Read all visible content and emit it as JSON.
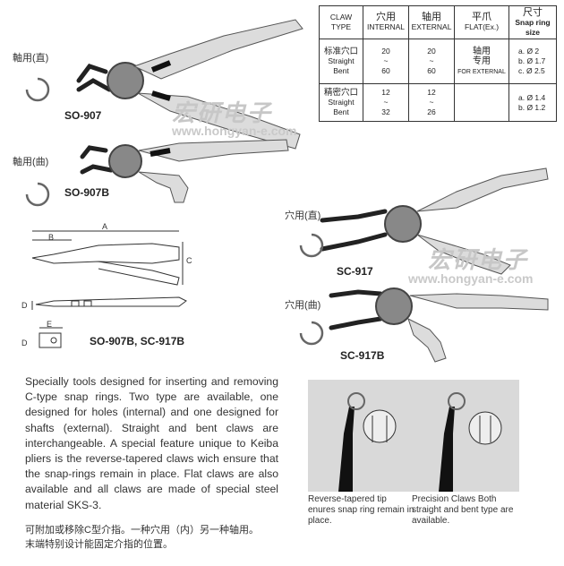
{
  "table": {
    "col1_line1": "CLAW",
    "col1_line2": "TYPE",
    "col2_cn": "穴用",
    "col2_en": "INTERNAL",
    "col3_cn": "轴用",
    "col3_en": "EXTERNAL",
    "col4_cn": "平爪",
    "col4_en": "FLAT(Ex.)",
    "col5_cn": "尺寸",
    "col5_en": "Snap ring size",
    "row1": {
      "type_cn": "标准穴口",
      "type_en1": "Straight",
      "type_en2": "Bent",
      "internal_from": "20",
      "internal_to": "60",
      "external_from": "20",
      "external_to": "60",
      "flat_cn1": "轴用",
      "flat_cn2": "专用",
      "flat_en": "FOR EXTERNAL",
      "sizes": [
        "a. Ø 2",
        "b. Ø 1.7",
        "c. Ø 2.5"
      ]
    },
    "row2": {
      "type_cn": "精密穴口",
      "type_en1": "Straight",
      "type_en2": "Bent",
      "internal_from": "12",
      "internal_to": "32",
      "external_from": "12",
      "external_to": "26",
      "sizes": [
        "a. Ø 1.4",
        "b. Ø 1.2"
      ]
    },
    "tilde": "~"
  },
  "products": {
    "so907_label": "軸用(直)",
    "so907_model": "SO-907",
    "so907b_label": "軸用(曲)",
    "so907b_model": "SO-907B",
    "sc917_label": "穴用(直)",
    "sc917_model": "SC-917",
    "sc917b_label": "穴用(曲)",
    "sc917b_model": "SC-917B"
  },
  "watermark": {
    "cn": "宏研电子",
    "url": "www.hongyan-e.com"
  },
  "diagram": {
    "dim_a": "A",
    "dim_b": "B",
    "dim_c": "C",
    "dim_d": "D",
    "dim_e": "E",
    "models": "SO-907B, SC-917B"
  },
  "description": {
    "en": "Specially tools designed for inserting and removing C-type snap rings. Two type are available, one designed for holes (internal) and one designed for shafts (external). Straight and bent claws are interchangeable. A special feature unique to Keiba pliers is the reverse-tapered claws wich ensure that the snap-rings remain in place. Flat claws are also available and all claws are made of special steel material SKS-3.",
    "cn_line1": "可附加或移除C型介指。一种穴用（内）另一种轴用。",
    "cn_line2": "末端特别设计能固定介指的位置。"
  },
  "captions": {
    "left": "Reverse-tapered tip enures snap ring remain in place.",
    "right": "Precision Claws Both straight and bent type are available."
  },
  "colors": {
    "handle": "#dcdcdc",
    "metal": "#555555",
    "table_border": "#333333"
  }
}
